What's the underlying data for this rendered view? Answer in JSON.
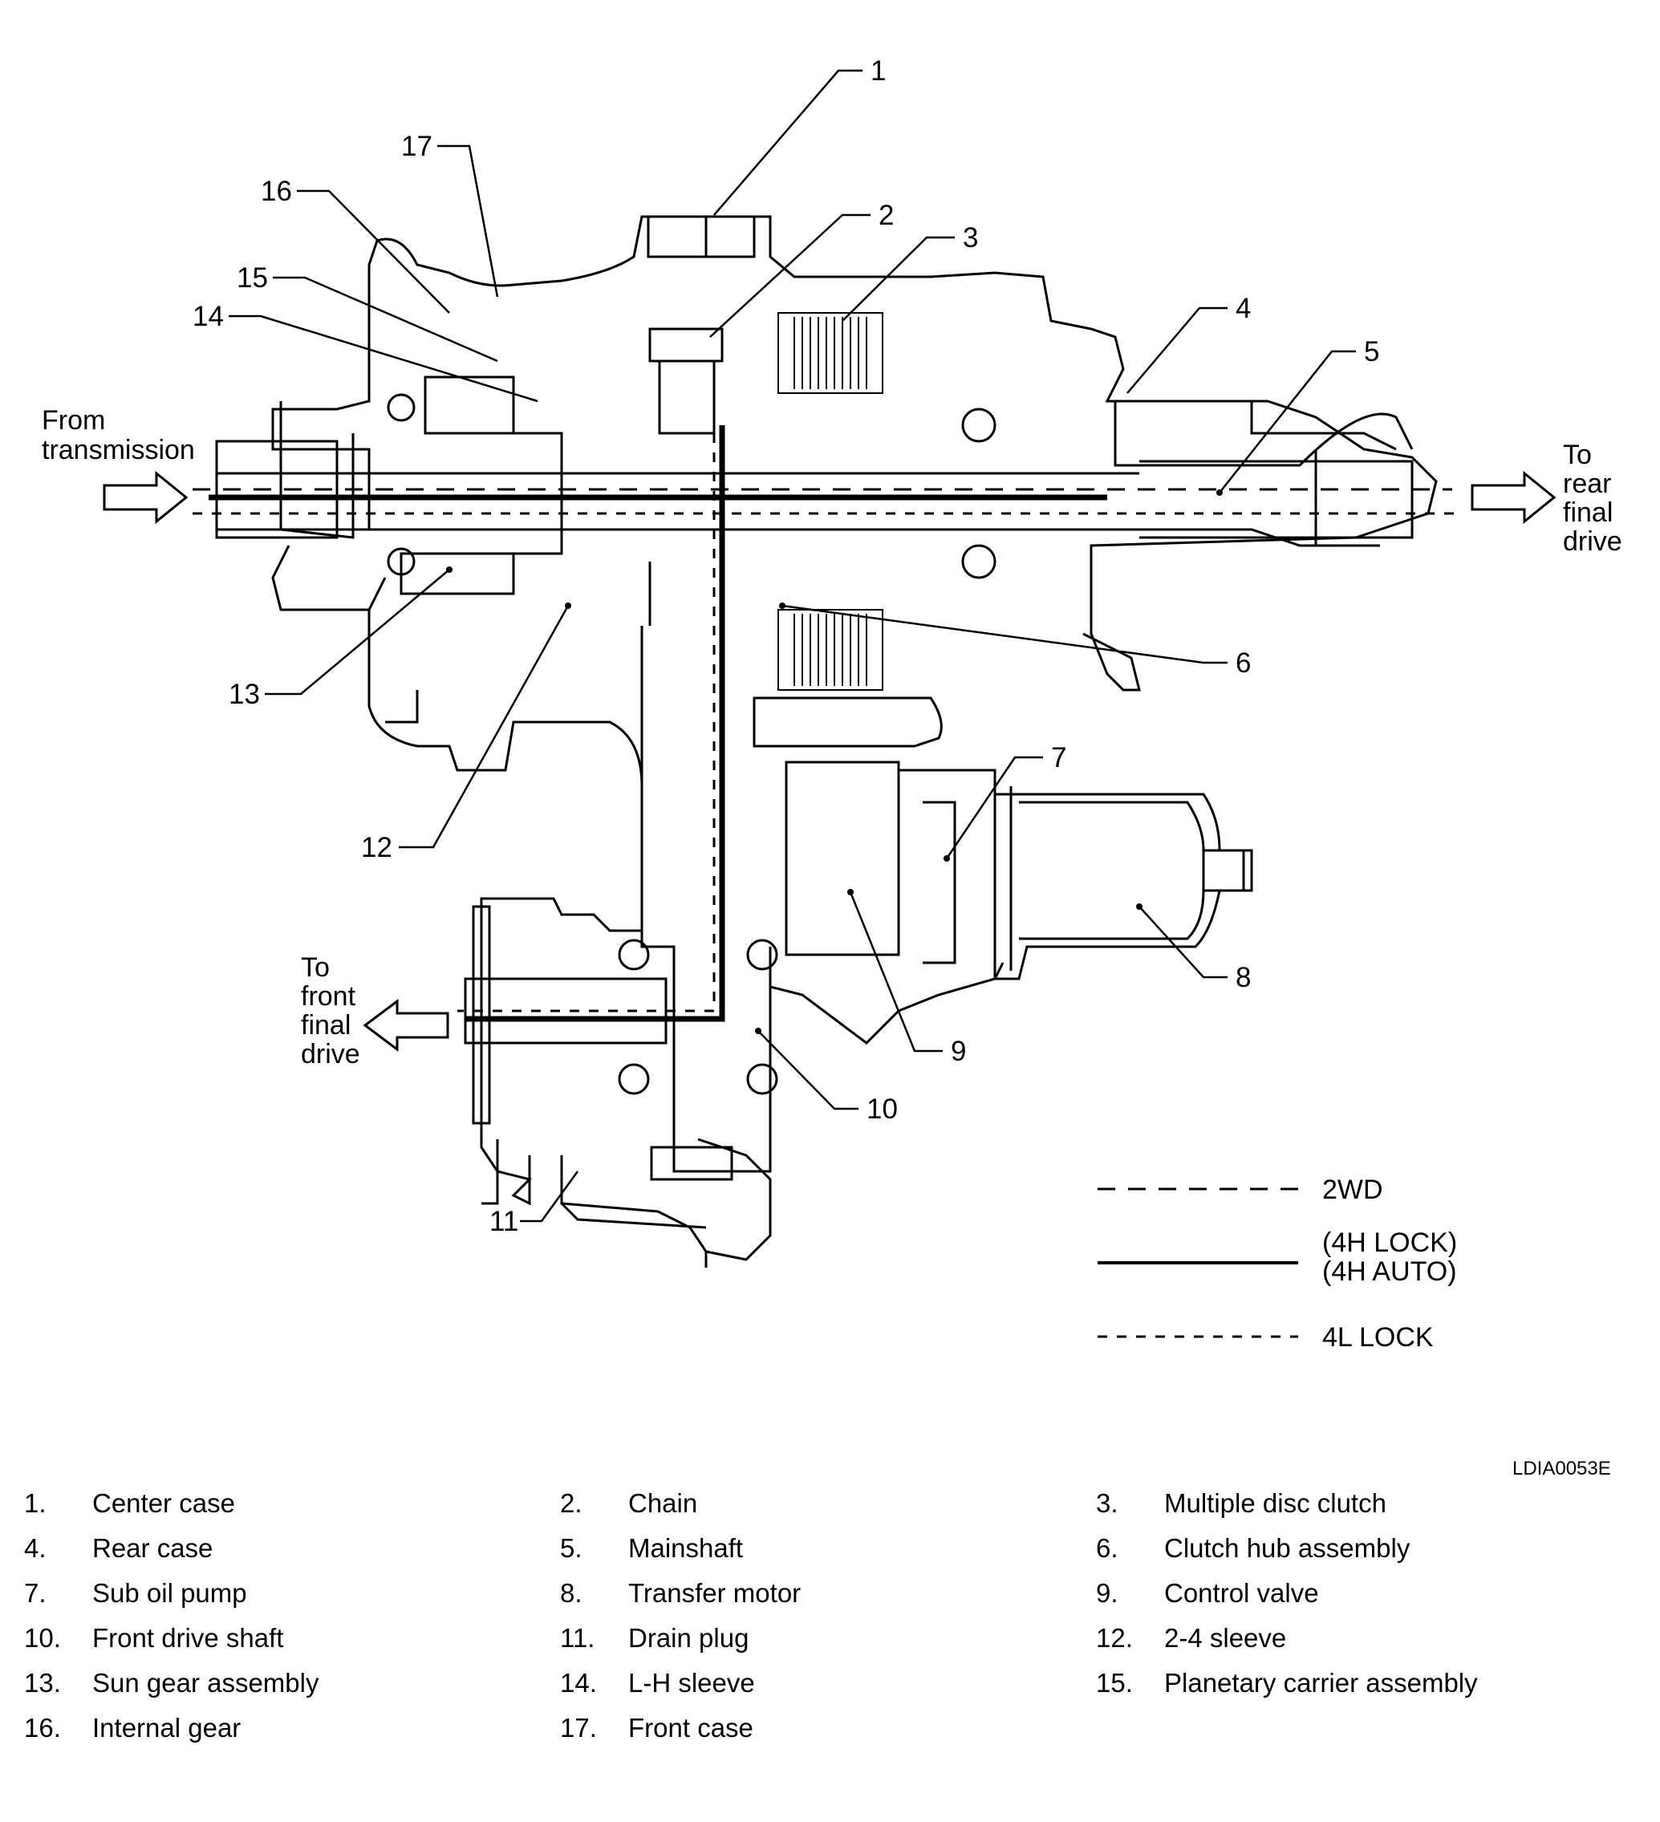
{
  "flow_labels": {
    "from_line1": "From",
    "from_line2": "transmission",
    "rear_line1": "To",
    "rear_line2": "rear",
    "rear_line3": "final",
    "rear_line4": "drive",
    "front_line1": "To",
    "front_line2": "front",
    "front_line3": "final",
    "front_line4": "drive"
  },
  "callouts": [
    "1",
    "2",
    "3",
    "4",
    "5",
    "6",
    "7",
    "8",
    "9",
    "10",
    "11",
    "12",
    "13",
    "14",
    "15",
    "16",
    "17"
  ],
  "legend": {
    "entries": [
      {
        "style": "long-dash",
        "label": "2WD"
      },
      {
        "style": "solid",
        "label": "(4H LOCK)",
        "label2": "(4H AUTO)"
      },
      {
        "style": "short-dash",
        "label": "4L LOCK"
      }
    ]
  },
  "figure_code": "LDIA0053E",
  "parts": [
    {
      "num": "1.",
      "name": "Center case"
    },
    {
      "num": "2.",
      "name": "Chain"
    },
    {
      "num": "3.",
      "name": "Multiple disc clutch"
    },
    {
      "num": "4.",
      "name": "Rear case"
    },
    {
      "num": "5.",
      "name": "Mainshaft"
    },
    {
      "num": "6.",
      "name": "Clutch hub assembly"
    },
    {
      "num": "7.",
      "name": "Sub oil pump"
    },
    {
      "num": "8.",
      "name": "Transfer motor"
    },
    {
      "num": "9.",
      "name": "Control valve"
    },
    {
      "num": "10.",
      "name": "Front drive shaft"
    },
    {
      "num": "11.",
      "name": "Drain plug"
    },
    {
      "num": "12.",
      "name": "2-4 sleeve"
    },
    {
      "num": "13.",
      "name": "Sun gear assembly"
    },
    {
      "num": "14.",
      "name": "L-H sleeve"
    },
    {
      "num": "15.",
      "name": "Planetary carrier assembly"
    },
    {
      "num": "16.",
      "name": "Internal gear"
    },
    {
      "num": "17.",
      "name": "Front case"
    }
  ]
}
